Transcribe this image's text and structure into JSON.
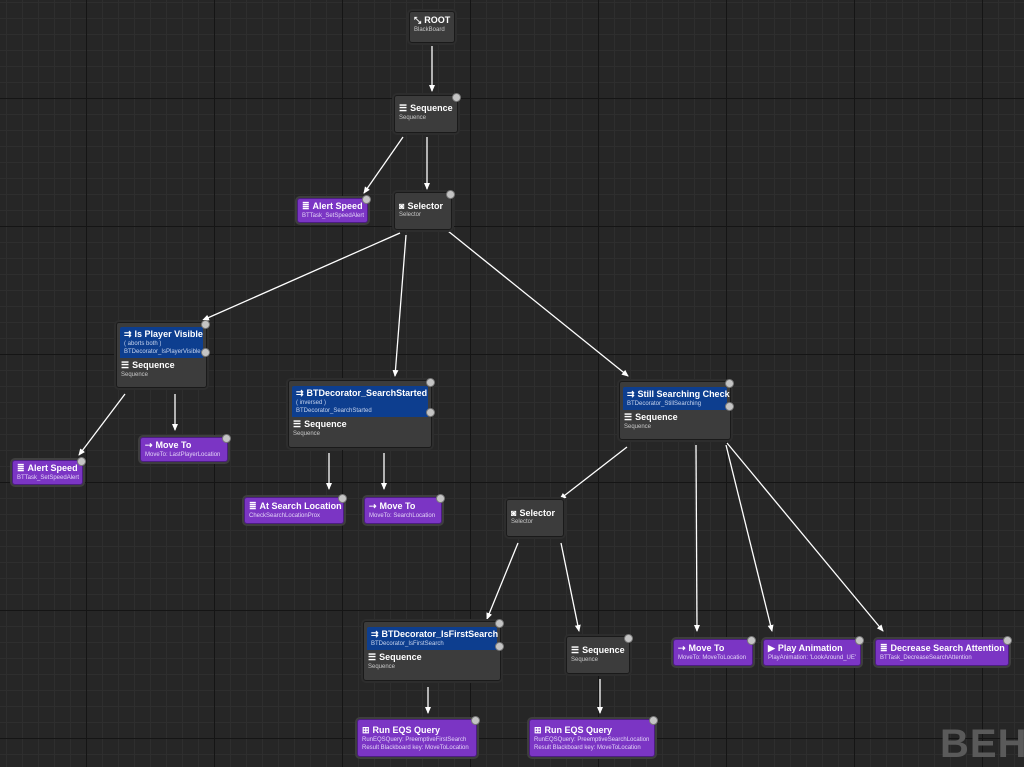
{
  "nodes": {
    "root": {
      "title": "ROOT",
      "sub": "BlackBoard",
      "icon": "root-icon"
    },
    "sequence_top": {
      "title": "Sequence",
      "sub": "Sequence",
      "icon": "sequence-icon"
    },
    "alert_speed_top": {
      "title": "Alert Speed",
      "sub": "BTTask_SetSpeedAlert",
      "icon": "task-icon"
    },
    "selector_main": {
      "title": "Selector",
      "sub": "Selector",
      "icon": "selector-icon"
    },
    "is_player_visible": {
      "title": "Is Player Visible",
      "aborts": "( aborts both )",
      "sub": "BTDecorator_IsPlayerVisible",
      "seq_title": "Sequence",
      "seq_sub": "Sequence"
    },
    "alert_speed_left": {
      "title": "Alert Speed",
      "sub": "BTTask_SetSpeedAlert"
    },
    "move_to_last": {
      "title": "Move To",
      "sub": "MoveTo: LastPlayerLocation"
    },
    "search_started": {
      "title": "BTDecorator_SearchStarted",
      "aborts": "( inversed )",
      "sub": "BTDecorator_SearchStarted",
      "seq_title": "Sequence",
      "seq_sub": "Sequence"
    },
    "at_search_location": {
      "title": "At Search Location",
      "sub": "CheckSearchLocationProx"
    },
    "move_to_search": {
      "title": "Move To",
      "sub": "MoveTo: SearchLocation"
    },
    "still_searching": {
      "title": "Still Searching Check",
      "sub": "BTDecorator_StillSearching",
      "seq_title": "Sequence",
      "seq_sub": "Sequence"
    },
    "selector_sub": {
      "title": "Selector",
      "sub": "Selector"
    },
    "is_first_search": {
      "title": "BTDecorator_IsFirstSearch",
      "sub": "BTDecorator_IsFirstSearch",
      "seq_title": "Sequence",
      "seq_sub": "Sequence"
    },
    "sequence_small": {
      "title": "Sequence",
      "sub": "Sequence"
    },
    "move_to_location": {
      "title": "Move To",
      "sub": "MoveTo: MoveToLocation"
    },
    "play_animation": {
      "title": "Play Animation",
      "sub": "PlayAnimation: 'LookAround_UE'"
    },
    "decrease_attention": {
      "title": "Decrease Search Attention",
      "sub": "BTTask_DecreaseSearchAttention"
    },
    "eqs_first": {
      "title": "Run EQS Query",
      "sub": "RunEQSQuery: PreemptiveFirstSearch",
      "sub2": "Result Blackboard key: MoveToLocation"
    },
    "eqs_search": {
      "title": "Run EQS Query",
      "sub": "RunEQSQuery: PreemptiveSearchLocation",
      "sub2": "Result Blackboard key: MoveToLocation"
    }
  },
  "watermark": "BEHA",
  "colors": {
    "task": "#7b35c4",
    "decorator": "#0d3e8f",
    "composite": "#3c3c3c",
    "grid": "#262626"
  }
}
